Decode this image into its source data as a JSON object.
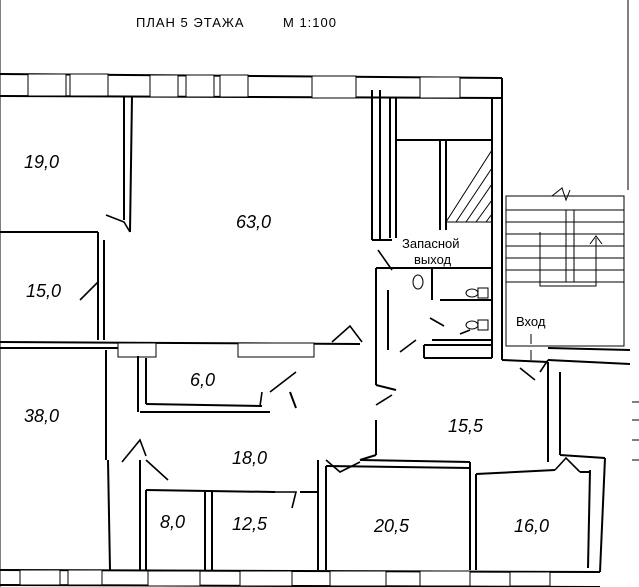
{
  "header": {
    "title": "ПЛАН 5 ЭТАЖА",
    "scale": "М 1:100"
  },
  "rooms": [
    {
      "id": "r1",
      "area": "19,0"
    },
    {
      "id": "r2",
      "area": "63,0"
    },
    {
      "id": "r3",
      "area": "15,0"
    },
    {
      "id": "r4",
      "area": "6,0"
    },
    {
      "id": "r5",
      "area": "38,0"
    },
    {
      "id": "r6",
      "area": "18,0"
    },
    {
      "id": "r7",
      "area": "15,5"
    },
    {
      "id": "r8",
      "area": "8,0"
    },
    {
      "id": "r9",
      "area": "12,5"
    },
    {
      "id": "r10",
      "area": "20,5"
    },
    {
      "id": "r11",
      "area": "16,0"
    }
  ],
  "labels": {
    "emergency_exit_line1": "Запасной",
    "emergency_exit_line2": "выход",
    "entrance": "Вход"
  }
}
